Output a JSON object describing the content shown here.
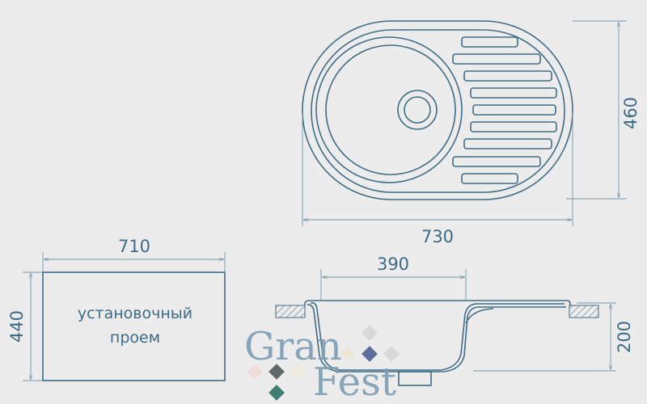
{
  "dimensions": {
    "top_width": "730",
    "top_height": "460",
    "cutout_width": "710",
    "cutout_height": "440",
    "bowl_width": "390",
    "depth": "200"
  },
  "cutout_label": {
    "line1": "установочный",
    "line2": "проем"
  },
  "logo": {
    "word1": "Gran",
    "word2": "Fest"
  },
  "colors": {
    "line": "#3f6c86",
    "background": "#ececec",
    "text": "#3d6a85"
  }
}
